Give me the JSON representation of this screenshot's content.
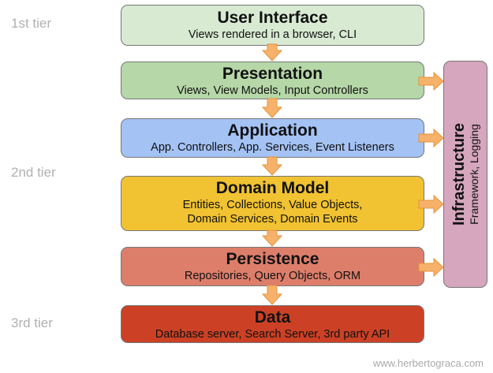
{
  "tiers": [
    {
      "label": "1st tier"
    },
    {
      "label": "2nd tier"
    },
    {
      "label": "3rd tier"
    }
  ],
  "layers": [
    {
      "title": "User Interface",
      "subtitle": "Views rendered in a browser, CLI",
      "color": "#d9ead3"
    },
    {
      "title": "Presentation",
      "subtitle": "Views, View Models, Input Controllers",
      "color": "#b6d7a8"
    },
    {
      "title": "Application",
      "subtitle": "App. Controllers, App. Services, Event Listeners",
      "color": "#a4c2f4"
    },
    {
      "title": "Domain Model",
      "subtitle_lines": [
        "Entities, Collections, Value Objects,",
        "Domain Services, Domain Events"
      ],
      "color": "#f1c232"
    },
    {
      "title": "Persistence",
      "subtitle": "Repositories, Query Objects, ORM",
      "color": "#dd7e6b"
    },
    {
      "title": "Data",
      "subtitle": "Database server, Search Server, 3rd party API",
      "color": "#cc4125"
    }
  ],
  "infrastructure": {
    "title": "Infrastructure",
    "subtitle": "Framework, Logging",
    "color": "#d5a6bd"
  },
  "arrow_color": "#f6b26b",
  "credit": "www.herbertograca.com"
}
